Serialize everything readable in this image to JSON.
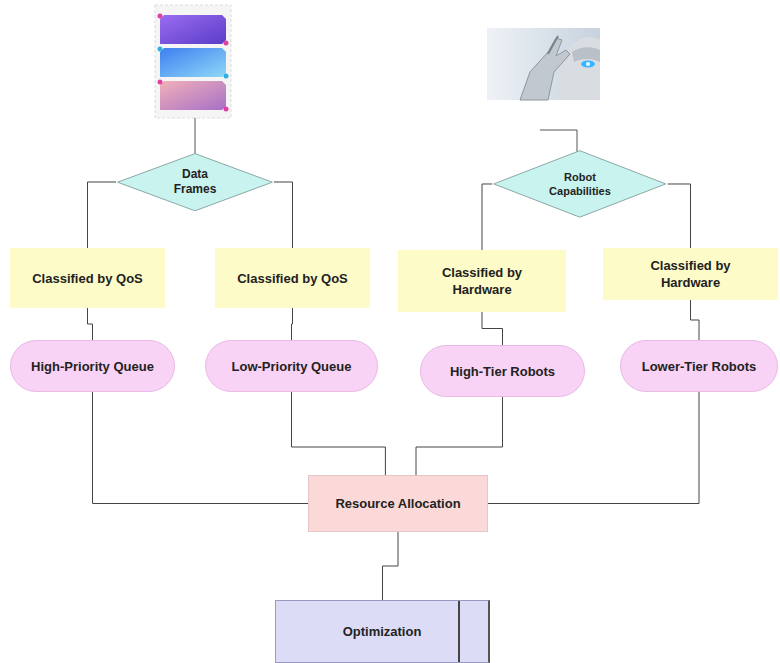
{
  "diagram": {
    "nodes": [
      {
        "text": [
          "Data Frames"
        ]
      },
      {
        "text": [
          "Robot Capabilities"
        ]
      },
      {
        "text": [
          "Classified by QoS"
        ]
      },
      {
        "text": [
          "Classified by QoS"
        ]
      },
      {
        "text": [
          "Classified by Hardware"
        ]
      },
      {
        "text": [
          "Classified by Hardware"
        ]
      },
      {
        "text": [
          "High-Priority Queue"
        ]
      },
      {
        "text": [
          "Low-Priority Queue"
        ]
      },
      {
        "text": [
          "High-Tier Robots"
        ]
      },
      {
        "text": [
          "Lower-Tier Robots"
        ]
      },
      {
        "text": [
          "Resource Allocation"
        ]
      },
      {
        "text": [
          "Optimization"
        ]
      }
    ],
    "edges": [
      {
        "from": 0,
        "to": 2,
        "arrow": "none"
      },
      {
        "from": 0,
        "to": 3,
        "arrow": "none"
      },
      {
        "from": 1,
        "to": 4,
        "arrow": "none"
      },
      {
        "from": 1,
        "to": 5,
        "arrow": "none"
      },
      {
        "from": 2,
        "to": 6,
        "arrow": "none"
      },
      {
        "from": 3,
        "to": 7,
        "arrow": "none"
      },
      {
        "from": 4,
        "to": 8,
        "arrow": "none"
      },
      {
        "from": 5,
        "to": 9,
        "arrow": "none"
      },
      {
        "from": 6,
        "to": 10,
        "arrow": "none"
      },
      {
        "from": 7,
        "to": 10,
        "arrow": "none"
      },
      {
        "from": 8,
        "to": 10,
        "arrow": "none"
      },
      {
        "from": 9,
        "to": 10,
        "arrow": "none"
      },
      {
        "from": 10,
        "to": 11,
        "arrow": "none"
      }
    ]
  }
}
